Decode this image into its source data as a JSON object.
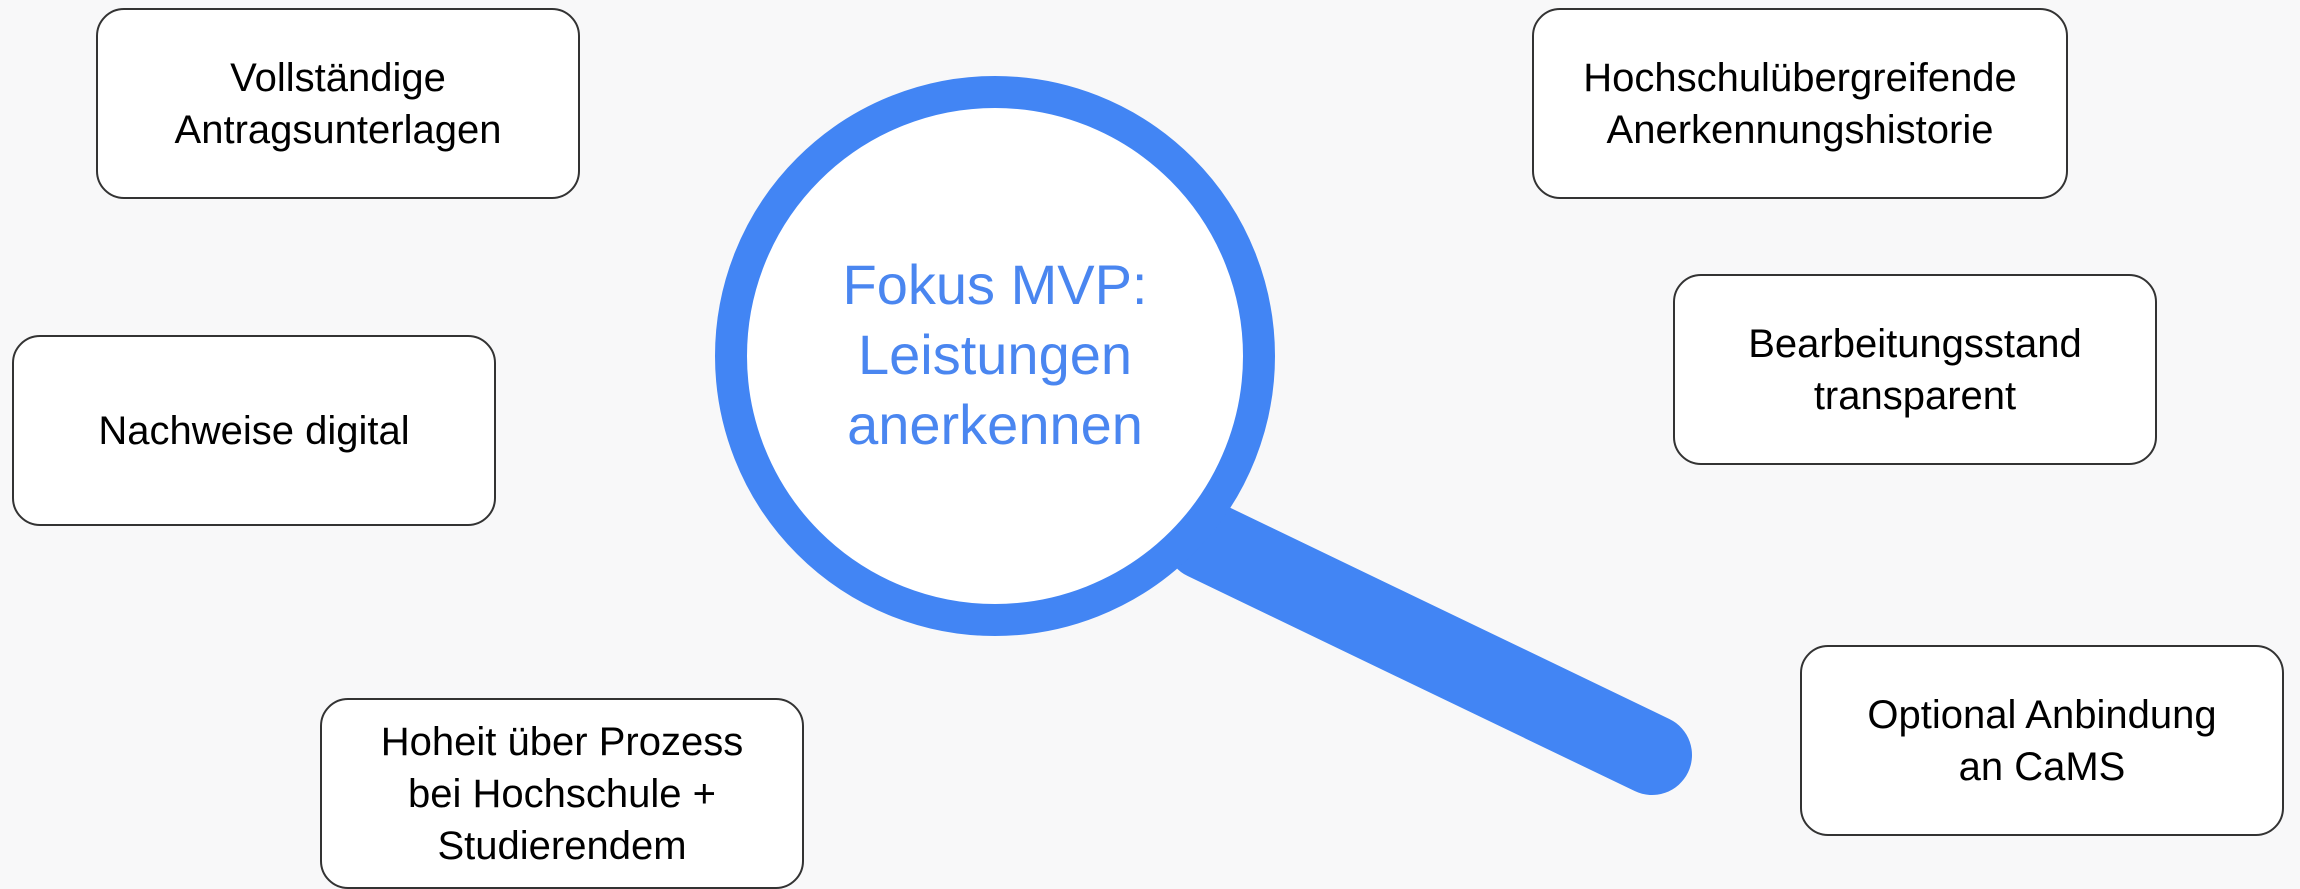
{
  "center": {
    "lines": [
      "Fokus MVP:",
      "Leistungen",
      "anerkennen"
    ]
  },
  "boxes": [
    {
      "id": "vollstaendige-antragsunterlagen",
      "lines": [
        "Vollständige",
        "Antragsunterlagen"
      ]
    },
    {
      "id": "nachweise-digital",
      "lines": [
        "Nachweise digital"
      ]
    },
    {
      "id": "hoheit-ueber-prozess",
      "lines": [
        "Hoheit über Prozess",
        "bei Hochschule +",
        "Studierendem"
      ]
    },
    {
      "id": "anerkennungshistorie",
      "lines": [
        "Hochschulübergreifende",
        "Anerkennungshistorie"
      ]
    },
    {
      "id": "bearbeitungsstand",
      "lines": [
        "Bearbeitungsstand",
        "transparent"
      ]
    },
    {
      "id": "anbindung-cams",
      "lines": [
        "Optional Anbindung",
        "an CaMS"
      ]
    }
  ],
  "colors": {
    "accent": "#4285f4",
    "center_text": "#4a86f0",
    "background": "#f8f8f9",
    "box_border": "#333333"
  },
  "icons": {
    "magnifier": "magnifying-glass-icon"
  }
}
